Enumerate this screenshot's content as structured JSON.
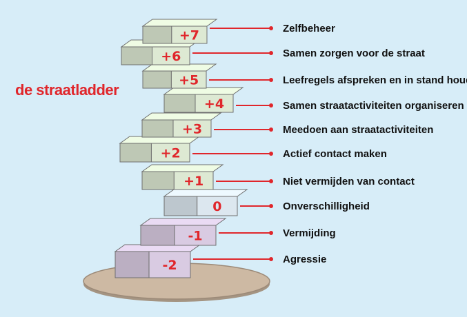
{
  "title": "de straatladder",
  "steps": [
    {
      "level": "+7",
      "label": "Zelfbeheer"
    },
    {
      "level": "+6",
      "label": "Samen zorgen voor de straat"
    },
    {
      "level": "+5",
      "label": "Leefregels afspreken en in stand houden"
    },
    {
      "level": "+4",
      "label": "Samen straatactiviteiten organiseren"
    },
    {
      "level": "+3",
      "label": "Meedoen aan straatactiviteiten"
    },
    {
      "level": "+2",
      "label": "Actief contact maken"
    },
    {
      "level": "+1",
      "label": "Niet vermijden van contact"
    },
    {
      "level": "0",
      "label": "Onverschilligheid"
    },
    {
      "level": "-1",
      "label": "Vermijding"
    },
    {
      "level": "-2",
      "label": "Agressie"
    }
  ],
  "colors": {
    "background": "#d7edf8",
    "accent": "#e0262b",
    "positive_block": "#dde9d3",
    "neutral_block": "#dce7ef",
    "negative_block": "#d9cbe2",
    "base_disc": "#cdb9a3"
  }
}
